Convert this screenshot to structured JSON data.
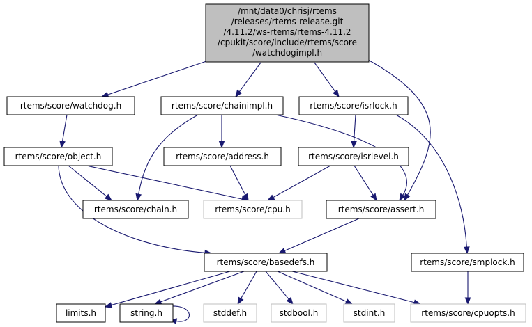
{
  "graph": {
    "root": {
      "lines": [
        "/mnt/data0/chrisj/rtems",
        "/releases/rtems-release.git",
        "/4.11.2/ws-rtems/rtems-4.11.2",
        "/cpukit/score/include/rtems/score",
        "/watchdogimpl.h"
      ]
    },
    "nodes": {
      "watchdog": "rtems/score/watchdog.h",
      "chainimpl": "rtems/score/chainimpl.h",
      "isrlock": "rtems/score/isrlock.h",
      "object": "rtems/score/object.h",
      "address": "rtems/score/address.h",
      "isrlevel": "rtems/score/isrlevel.h",
      "chain": "rtems/score/chain.h",
      "cpu": "rtems/score/cpu.h",
      "assert": "rtems/score/assert.h",
      "basedefs": "rtems/score/basedefs.h",
      "smplock": "rtems/score/smplock.h",
      "limits": "limits.h",
      "string": "string.h",
      "stddef": "stddef.h",
      "stdbool": "stdbool.h",
      "stdint": "stdint.h",
      "cpuopts": "rtems/score/cpuopts.h"
    },
    "external": [
      "cpu",
      "stddef",
      "stdbool",
      "stdint",
      "cpuopts"
    ],
    "edges": [
      [
        "root",
        "watchdog"
      ],
      [
        "root",
        "chainimpl"
      ],
      [
        "root",
        "isrlock"
      ],
      [
        "root",
        "assert"
      ],
      [
        "watchdog",
        "object"
      ],
      [
        "chainimpl",
        "chain"
      ],
      [
        "chainimpl",
        "address"
      ],
      [
        "chainimpl",
        "assert"
      ],
      [
        "isrlock",
        "isrlevel"
      ],
      [
        "isrlock",
        "smplock"
      ],
      [
        "object",
        "chain"
      ],
      [
        "object",
        "cpu"
      ],
      [
        "object",
        "basedefs"
      ],
      [
        "address",
        "cpu"
      ],
      [
        "isrlevel",
        "cpu"
      ],
      [
        "isrlevel",
        "assert"
      ],
      [
        "assert",
        "basedefs"
      ],
      [
        "basedefs",
        "limits"
      ],
      [
        "basedefs",
        "string"
      ],
      [
        "basedefs",
        "stddef"
      ],
      [
        "basedefs",
        "stdbool"
      ],
      [
        "basedefs",
        "stdint"
      ],
      [
        "basedefs",
        "cpuopts"
      ],
      [
        "smplock",
        "cpuopts"
      ],
      [
        "string",
        "string"
      ]
    ]
  }
}
